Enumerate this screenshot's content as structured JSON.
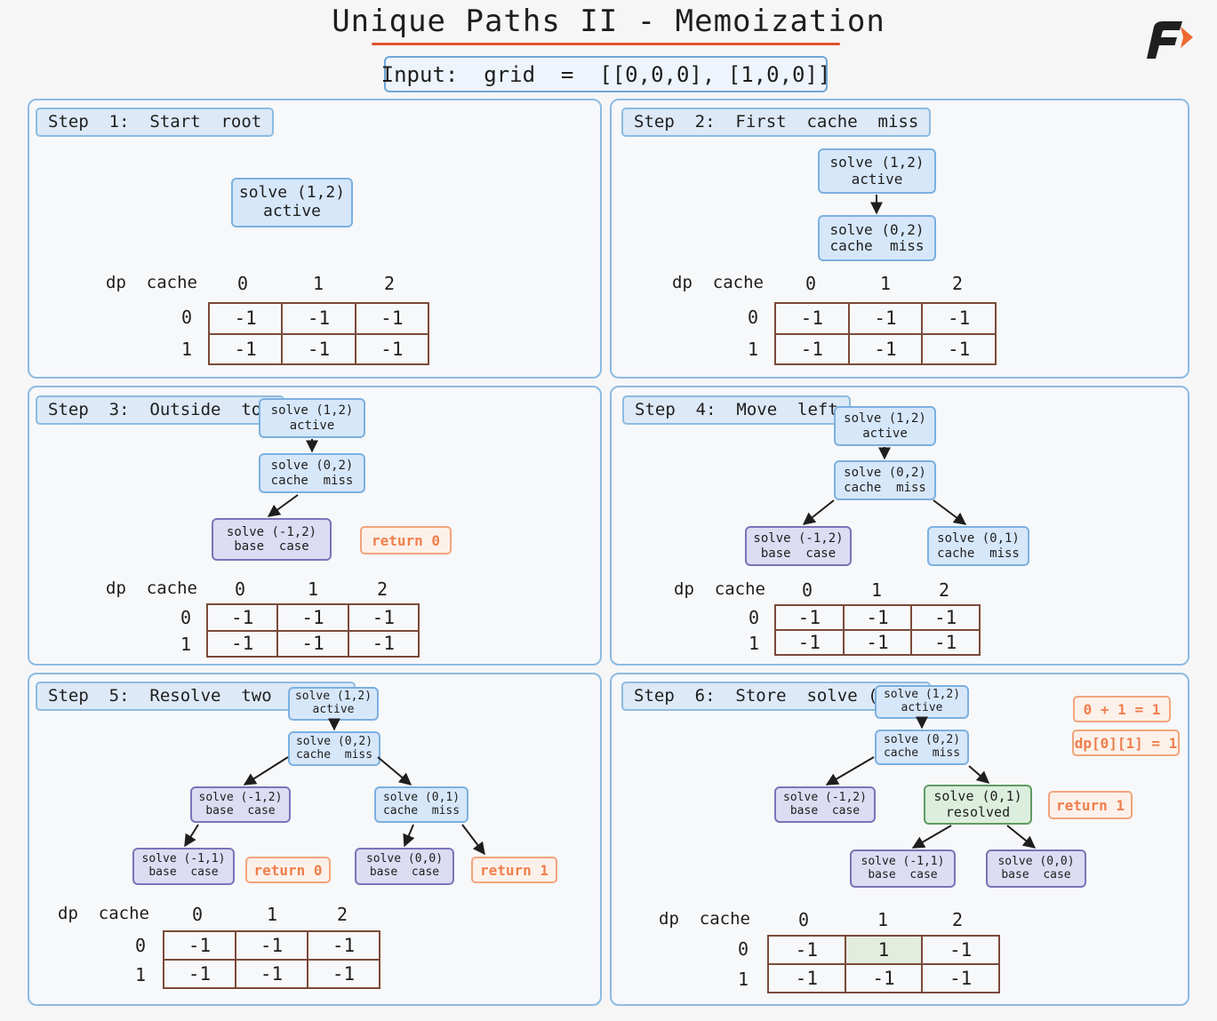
{
  "title": "Unique Paths II - Memoization",
  "input": "Input:  grid  =  [[0,0,0], [1,0,0]]",
  "dp_label": "dp  cache",
  "dp_cols": [
    "0",
    "1",
    "2"
  ],
  "dp_rows": [
    "0",
    "1"
  ],
  "colors": {
    "accent": "#e0532e",
    "active_node": "#d7e7fa",
    "base_node": "#dcdcf3",
    "resolved_node": "#dceedd",
    "note": "#ef7f4d",
    "table_border": "#7a4a3a",
    "highlight_cell": "#e3ecdf"
  },
  "steps": [
    {
      "label": "Step  1:  Start  root",
      "nodes": [
        {
          "line1": "solve (1,2)",
          "line2": "active",
          "kind": "active"
        }
      ],
      "notes": [],
      "dp": [
        [
          "-1",
          "-1",
          "-1"
        ],
        [
          "-1",
          "-1",
          "-1"
        ]
      ]
    },
    {
      "label": "Step  2:  First  cache  miss",
      "nodes": [
        {
          "line1": "solve (1,2)",
          "line2": "active",
          "kind": "active"
        },
        {
          "line1": "solve (0,2)",
          "line2": "cache  miss",
          "kind": "active"
        }
      ],
      "notes": [],
      "dp": [
        [
          "-1",
          "-1",
          "-1"
        ],
        [
          "-1",
          "-1",
          "-1"
        ]
      ]
    },
    {
      "label": "Step  3:  Outside  top",
      "nodes": [
        {
          "line1": "solve (1,2)",
          "line2": "active",
          "kind": "active"
        },
        {
          "line1": "solve (0,2)",
          "line2": "cache  miss",
          "kind": "active"
        },
        {
          "line1": "solve (-1,2)",
          "line2": "base  case",
          "kind": "base"
        }
      ],
      "notes": [
        "return 0"
      ],
      "dp": [
        [
          "-1",
          "-1",
          "-1"
        ],
        [
          "-1",
          "-1",
          "-1"
        ]
      ]
    },
    {
      "label": "Step  4:  Move  left",
      "nodes": [
        {
          "line1": "solve (1,2)",
          "line2": "active",
          "kind": "active"
        },
        {
          "line1": "solve (0,2)",
          "line2": "cache  miss",
          "kind": "active"
        },
        {
          "line1": "solve (-1,2)",
          "line2": "base  case",
          "kind": "base"
        },
        {
          "line1": "solve (0,1)",
          "line2": "cache  miss",
          "kind": "active"
        }
      ],
      "notes": [],
      "dp": [
        [
          "-1",
          "-1",
          "-1"
        ],
        [
          "-1",
          "-1",
          "-1"
        ]
      ]
    },
    {
      "label": "Step  5:  Resolve  two  bases",
      "nodes": [
        {
          "line1": "solve (1,2)",
          "line2": "active",
          "kind": "active"
        },
        {
          "line1": "solve (0,2)",
          "line2": "cache  miss",
          "kind": "active"
        },
        {
          "line1": "solve (-1,2)",
          "line2": "base  case",
          "kind": "base"
        },
        {
          "line1": "solve (0,1)",
          "line2": "cache  miss",
          "kind": "active"
        },
        {
          "line1": "solve (-1,1)",
          "line2": "base  case",
          "kind": "base"
        },
        {
          "line1": "solve (0,0)",
          "line2": "base  case",
          "kind": "base"
        }
      ],
      "notes": [
        "return 0",
        "return 1"
      ],
      "dp": [
        [
          "-1",
          "-1",
          "-1"
        ],
        [
          "-1",
          "-1",
          "-1"
        ]
      ]
    },
    {
      "label": "Step  6:  Store  solve (0,1)",
      "nodes": [
        {
          "line1": "solve (1,2)",
          "line2": "active",
          "kind": "active"
        },
        {
          "line1": "solve (0,2)",
          "line2": "cache  miss",
          "kind": "active"
        },
        {
          "line1": "solve (-1,2)",
          "line2": "base  case",
          "kind": "base"
        },
        {
          "line1": "solve (0,1)",
          "line2": "resolved",
          "kind": "resolved"
        },
        {
          "line1": "solve (-1,1)",
          "line2": "base  case",
          "kind": "base"
        },
        {
          "line1": "solve (0,0)",
          "line2": "base  case",
          "kind": "base"
        }
      ],
      "notes": [
        "0 + 1 = 1",
        "dp[0][1] = 1",
        "return 1"
      ],
      "dp": [
        [
          "-1",
          "1",
          "-1"
        ],
        [
          "-1",
          "-1",
          "-1"
        ]
      ]
    }
  ]
}
